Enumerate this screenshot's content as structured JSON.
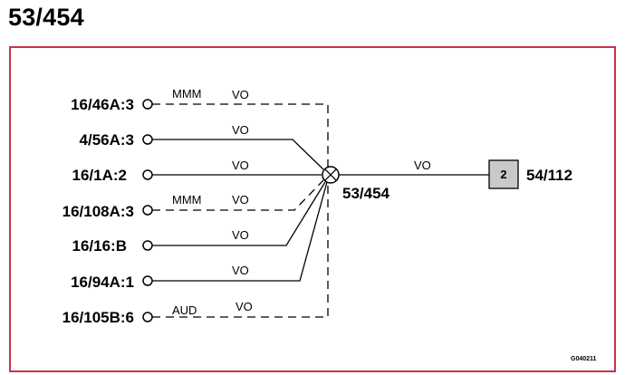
{
  "title": "53/454",
  "connectors": [
    {
      "label": "16/46A:3",
      "wire": "VO",
      "tag": "MMM"
    },
    {
      "label": "4/56A:3",
      "wire": "VO",
      "tag": ""
    },
    {
      "label": "16/1A:2",
      "wire": "VO",
      "tag": ""
    },
    {
      "label": "16/108A:3",
      "wire": "VO",
      "tag": "MMM"
    },
    {
      "label": "16/16:B",
      "wire": "VO",
      "tag": ""
    },
    {
      "label": "16/94A:1",
      "wire": "VO",
      "tag": ""
    },
    {
      "label": "16/105B:6",
      "wire": "VO",
      "tag": "AUD"
    }
  ],
  "splice": {
    "label": "53/454"
  },
  "output_wire": {
    "label": "VO"
  },
  "target": {
    "pin": "2",
    "label": "54/112"
  },
  "diagram_code": "G040211"
}
